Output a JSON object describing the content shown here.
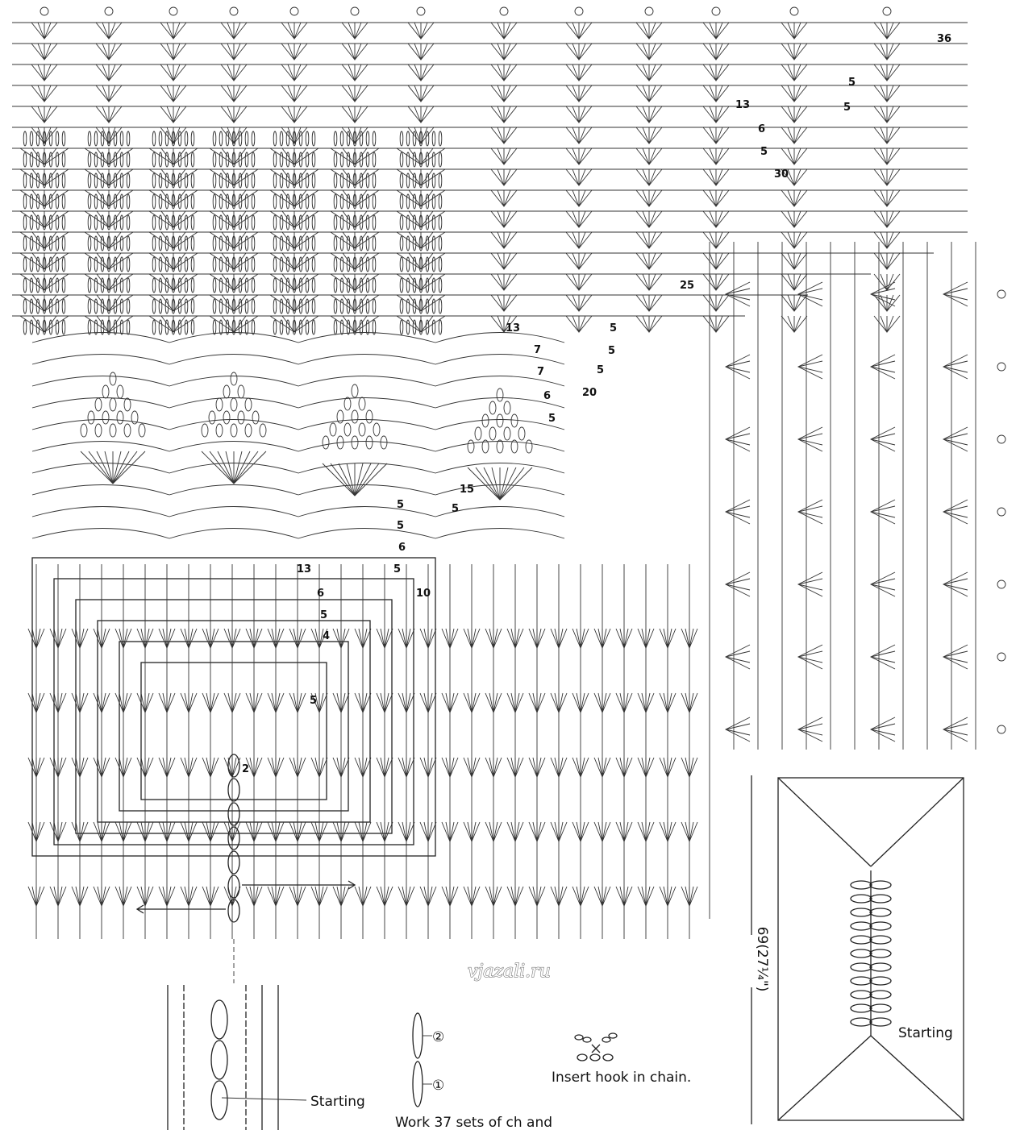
{
  "diagram": {
    "round_labels": [
      "36",
      "5",
      "13",
      "5",
      "6",
      "5",
      "30",
      "25",
      "13",
      "5",
      "7",
      "5",
      "7",
      "5",
      "6",
      "20",
      "5",
      "15",
      "5",
      "5",
      "5",
      "6",
      "13",
      "5",
      "10",
      "6",
      "5",
      "4",
      "5",
      "2"
    ],
    "watermark": "vjazali.ru",
    "dimension_label": "69(27¼\")",
    "inset_starting_label": "Starting",
    "detail_starting_label": "Starting",
    "legend": {
      "step_2": "②",
      "step_1": "①",
      "work_sets_caption": "Work 37 sets of ch and",
      "insert_hook_caption": "Insert hook in chain."
    }
  }
}
